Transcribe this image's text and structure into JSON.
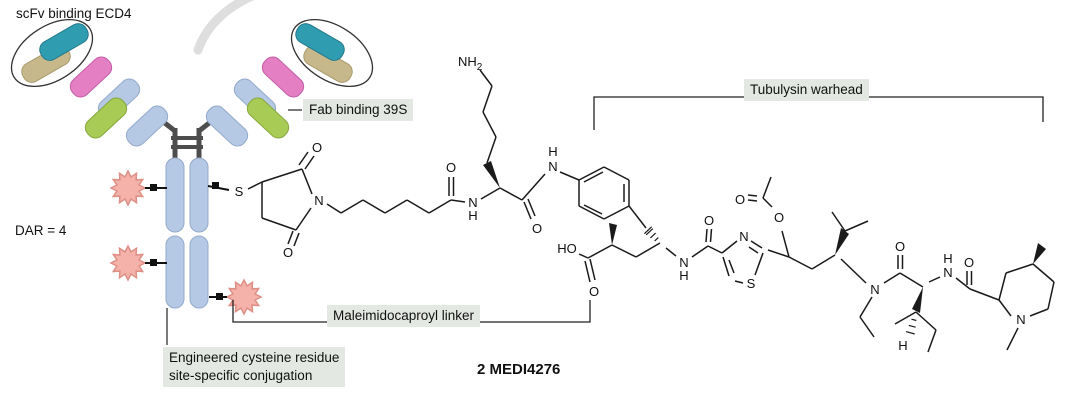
{
  "figure": {
    "annotations": {
      "scfv": "scFv binding ECD4",
      "fab": "Fab binding 39S",
      "dar": "DAR = 4",
      "cys_line1": "Engineered cysteine residue",
      "cys_line2": "site-specific conjugation",
      "linker": "Maleimidocaproyl linker",
      "warhead": "Tubulysin warhead",
      "compound": "2 MEDI4276"
    },
    "atom_labels": {
      "s": "S",
      "n": "N",
      "o": "O",
      "h": "H",
      "ho": "HO",
      "nh": "NH",
      "sub2": "2"
    },
    "colors": {
      "domain_blue": "#b6c9e4",
      "scfv_teal": "#2f9cb0",
      "scfv_tan": "#c7b88c",
      "fab_pink": "#e57fc4",
      "fab_green": "#a7cb55",
      "hinge_gray": "#4d4d4d",
      "drug_salmon": "#f5b2aa",
      "label_bg": "#e3e8e2"
    }
  }
}
